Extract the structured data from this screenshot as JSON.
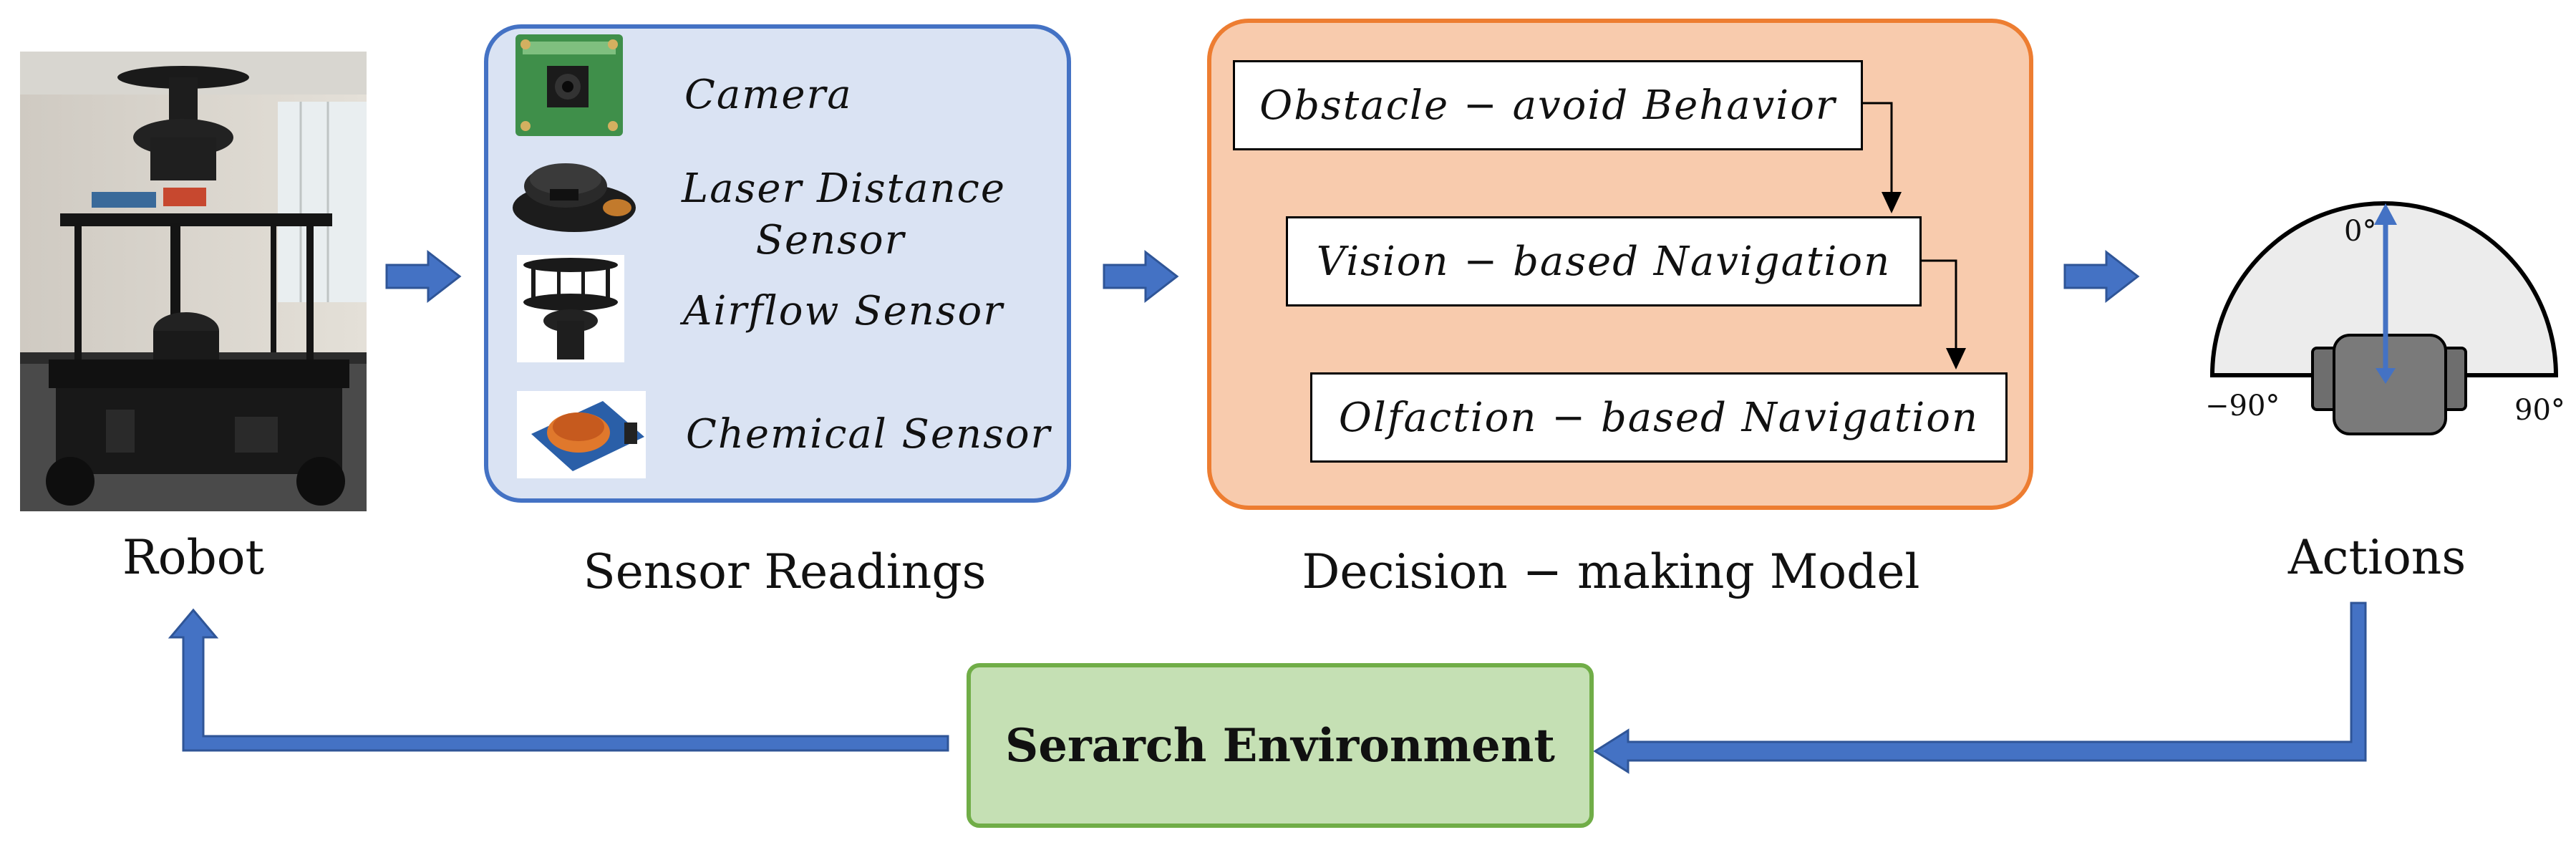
{
  "robot": {
    "caption": "Robot"
  },
  "sensors": {
    "caption": "Sensor Readings",
    "items": [
      {
        "label_lines": [
          "Camera"
        ],
        "icon": "raspberry-pi-camera-icon"
      },
      {
        "label_lines": [
          "Laser Distance",
          "Sensor"
        ],
        "icon": "lidar-icon"
      },
      {
        "label_lines": [
          "Airflow Sensor"
        ],
        "icon": "anemometer-icon"
      },
      {
        "label_lines": [
          "Chemical Sensor"
        ],
        "icon": "gas-sensor-icon"
      }
    ]
  },
  "decision": {
    "caption": "Decision − making Model",
    "behaviors": [
      "Obstacle − avoid Behavior",
      "Vision − based Navigation",
      "Olfaction − based Navigation"
    ]
  },
  "actions": {
    "caption": "Actions",
    "angles": {
      "top": "0°",
      "left": "−90°",
      "right": "90°"
    }
  },
  "environment": {
    "label": "Serarch Environment"
  },
  "colors": {
    "arrow_blue": "#4472c4",
    "sensor_fill": "#dae3f3",
    "decision_fill": "#f8cbad",
    "decision_border": "#ed7d31",
    "env_fill": "#c5e0b4",
    "env_border": "#70ad47"
  }
}
